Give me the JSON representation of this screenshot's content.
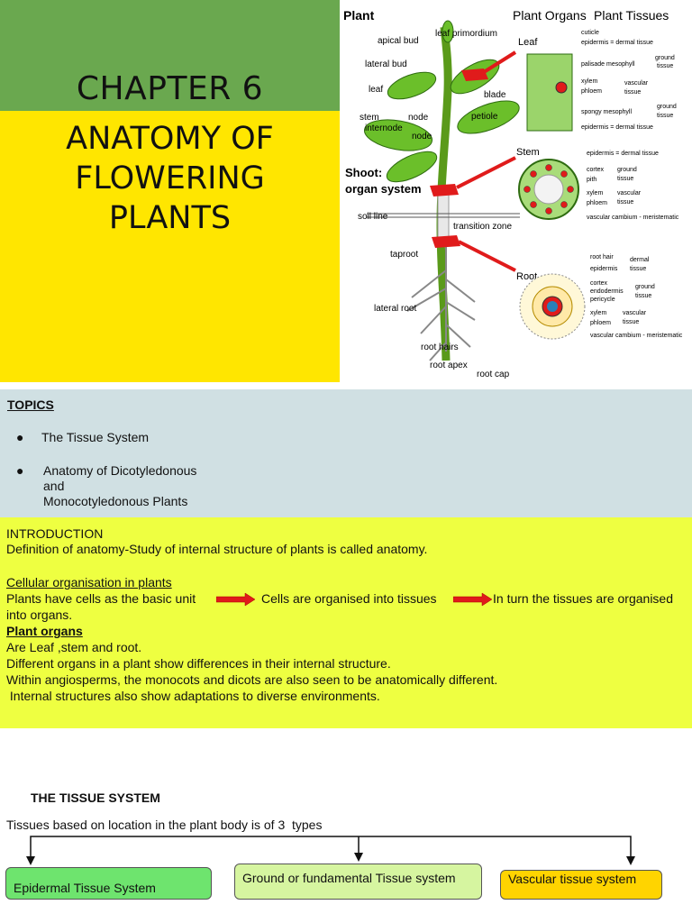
{
  "header": {
    "chapter": "CHAPTER 6",
    "title_lines": [
      "ANATOMY OF",
      "FLOWERING",
      "PLANTS"
    ]
  },
  "diagram": {
    "plant_label": "Plant",
    "organs_label": "Plant Organs",
    "tissues_label": "Plant Tissues",
    "plant_parts": [
      "apical bud",
      "leaf primordium",
      "lateral bud",
      "leaf",
      "blade",
      "petiole",
      "stem",
      "node",
      "internode",
      "node",
      "Shoot:",
      "organ system",
      "soil line",
      "transition zone",
      "taproot",
      "lateral root",
      "root hairs",
      "root apex",
      "root cap"
    ],
    "leaf": {
      "name": "Leaf",
      "tissues": [
        "cuticle",
        "epidermis = dermal tissue",
        "palisade mesophyll",
        "ground",
        "tissue",
        "xylem",
        "phloem",
        "vascular",
        "tissue",
        "spongy mesophyll",
        "ground",
        "tissue",
        "epidermis = dermal tissue"
      ]
    },
    "stem": {
      "name": "Stem",
      "tissues": [
        "epidermis = dermal tissue",
        "cortex",
        "pith",
        "ground",
        "tissue",
        "xylem",
        "phloem",
        "vascular",
        "tissue",
        "vascular cambium - meristematic"
      ]
    },
    "root": {
      "name": "Root",
      "tissues": [
        "root hair",
        "epidermis",
        "dermal",
        "tissue",
        "cortex",
        "endodermis",
        "pericycle",
        "ground",
        "tissue",
        "xylem",
        "phloem",
        "vascular",
        "tissue",
        "vascular cambium - meristematic"
      ]
    }
  },
  "topics": {
    "heading": "TOPICS",
    "items": [
      {
        "lines": [
          "The Tissue System"
        ]
      },
      {
        "lines": [
          "Anatomy of Dicotyledonous",
          "and",
          "Monocotyledonous Plants"
        ]
      }
    ]
  },
  "intro": {
    "heading": "INTRODUCTION",
    "definition": "Definition of anatomy-Study of internal structure of plants is called anatomy.",
    "cellular_heading": "Cellular organisation in plants",
    "flow": [
      "Plants have cells as the basic unit",
      "Cells are organised into tissues",
      "In turn the tissues are organised"
    ],
    "flow_cont": "into organs.",
    "organs_heading": "Plant organs",
    "organs_lines": [
      "Are Leaf ,stem and root.",
      "Different organs in a plant show differences in their internal structure.",
      "Within angiosperms, the monocots and dicots are also seen to be anatomically different.",
      " Internal structures also show adaptations to diverse environments."
    ]
  },
  "tissue_system": {
    "heading": "THE TISSUE SYSTEM",
    "subtitle": "Tissues based on location in the plant body is of 3  types",
    "types": [
      {
        "label": "Epidermal Tissue System",
        "color": "#6ee46e"
      },
      {
        "label": "Ground or fundamental Tissue system",
        "color": "#d6f5a0"
      },
      {
        "label": "Vascular tissue system",
        "color": "#ffd400"
      }
    ]
  },
  "colors": {
    "green": "#6aa84f",
    "yellow": "#ffe600",
    "topics_bg": "#d0e0e3",
    "intro_bg": "#eeff41",
    "arrow": "#e01b1b"
  }
}
